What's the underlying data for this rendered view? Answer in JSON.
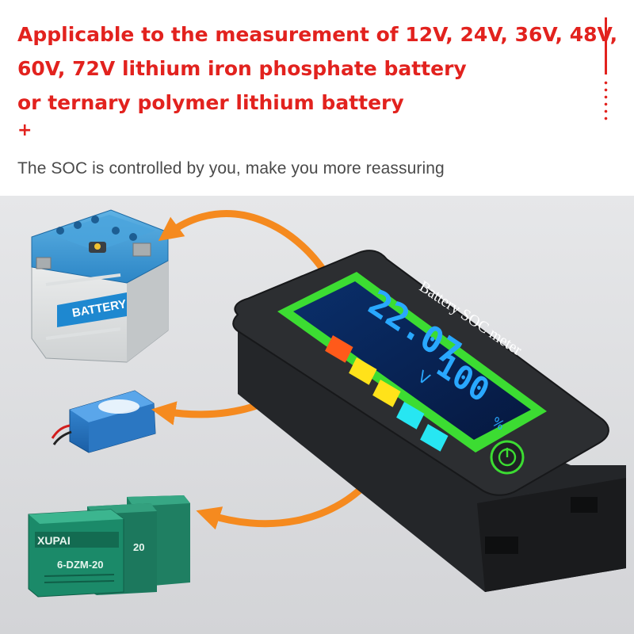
{
  "headline": {
    "lines": [
      "Applicable to the measurement of 12V, 24V, 36V, 48V,",
      "60V, 72V lithium iron phosphate battery",
      "or ternary polymer lithium battery"
    ],
    "plus": "+"
  },
  "subline": "The SOC is controlled by you, make you more reassuring",
  "meter": {
    "label": "Battery SOC meter",
    "voltage": "22.07",
    "voltage_unit": "V",
    "percent": "100",
    "percent_unit": "%",
    "level_bar_colors": [
      "#ff5a1a",
      "#ffe21a",
      "#ffe21a",
      "#27e6f2",
      "#27e6f2"
    ]
  },
  "batteries": {
    "car_battery_label": "BATTERY",
    "agm_brand": "XUPAI",
    "agm_model": "6-DZM-20",
    "agm_model_short": "20"
  },
  "colors": {
    "headline_red": "#e2221e",
    "arrow_orange": "#f58a1f",
    "frame_green": "#3cdc32"
  }
}
